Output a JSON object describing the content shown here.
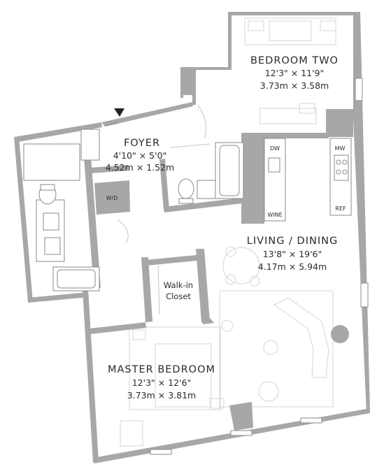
{
  "rooms": {
    "bedroom_two": {
      "name": "BEDROOM TWO",
      "dim_imperial": "12'3\" × 11'9\"",
      "dim_metric": "3.73m × 3.58m"
    },
    "foyer": {
      "name": "FOYER",
      "dim_imperial": "4'10\" × 5'0\"",
      "dim_metric": "4.52m × 1.52m"
    },
    "living_dining": {
      "name": "LIVING / DINING",
      "dim_imperial": "13'8\" × 19'6\"",
      "dim_metric": "4.17m × 5.94m"
    },
    "master_bedroom": {
      "name": "MASTER BEDROOM",
      "dim_imperial": "12'3\" × 12'6\"",
      "dim_metric": "3.73m × 3.81m"
    },
    "walk_in_closet": {
      "line1": "Walk-in",
      "line2": "Closet"
    }
  },
  "appliances": {
    "dw": "DW",
    "mw": "MW",
    "wine": "WINE",
    "ref": "REF",
    "wd": "W/D"
  },
  "colors": {
    "wall": "#a7a7a7",
    "line": "#8a8a8a",
    "furniture": "#d4d4d4",
    "text": "#2a2a2a"
  }
}
